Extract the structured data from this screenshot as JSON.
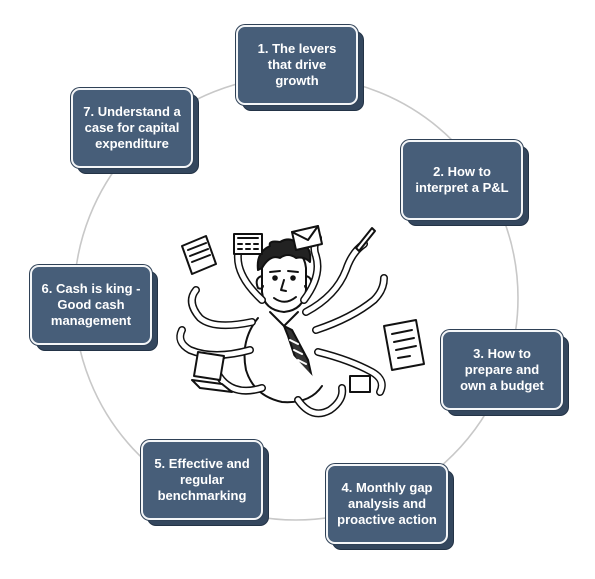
{
  "diagram": {
    "steps": [
      {
        "label": "1. The levers\nthat drive\ngrowth"
      },
      {
        "label": "2. How to\ninterpret a P&L"
      },
      {
        "label": "3. How to\nprepare and\nown a budget"
      },
      {
        "label": "4. Monthly gap\nanalysis and\nproactive action"
      },
      {
        "label": "5. Effective and\nregular\nbenchmarking"
      },
      {
        "label": "6. Cash is king -\nGood cash\nmanagement"
      },
      {
        "label": "7. Understand a\ncase for capital\nexpenditure"
      }
    ],
    "colors": {
      "box": "#475e79",
      "box_side": "#34475e",
      "ring": "#c8c8c8",
      "text": "#ffffff"
    },
    "center_illustration": "multitasking-octopus-man"
  }
}
